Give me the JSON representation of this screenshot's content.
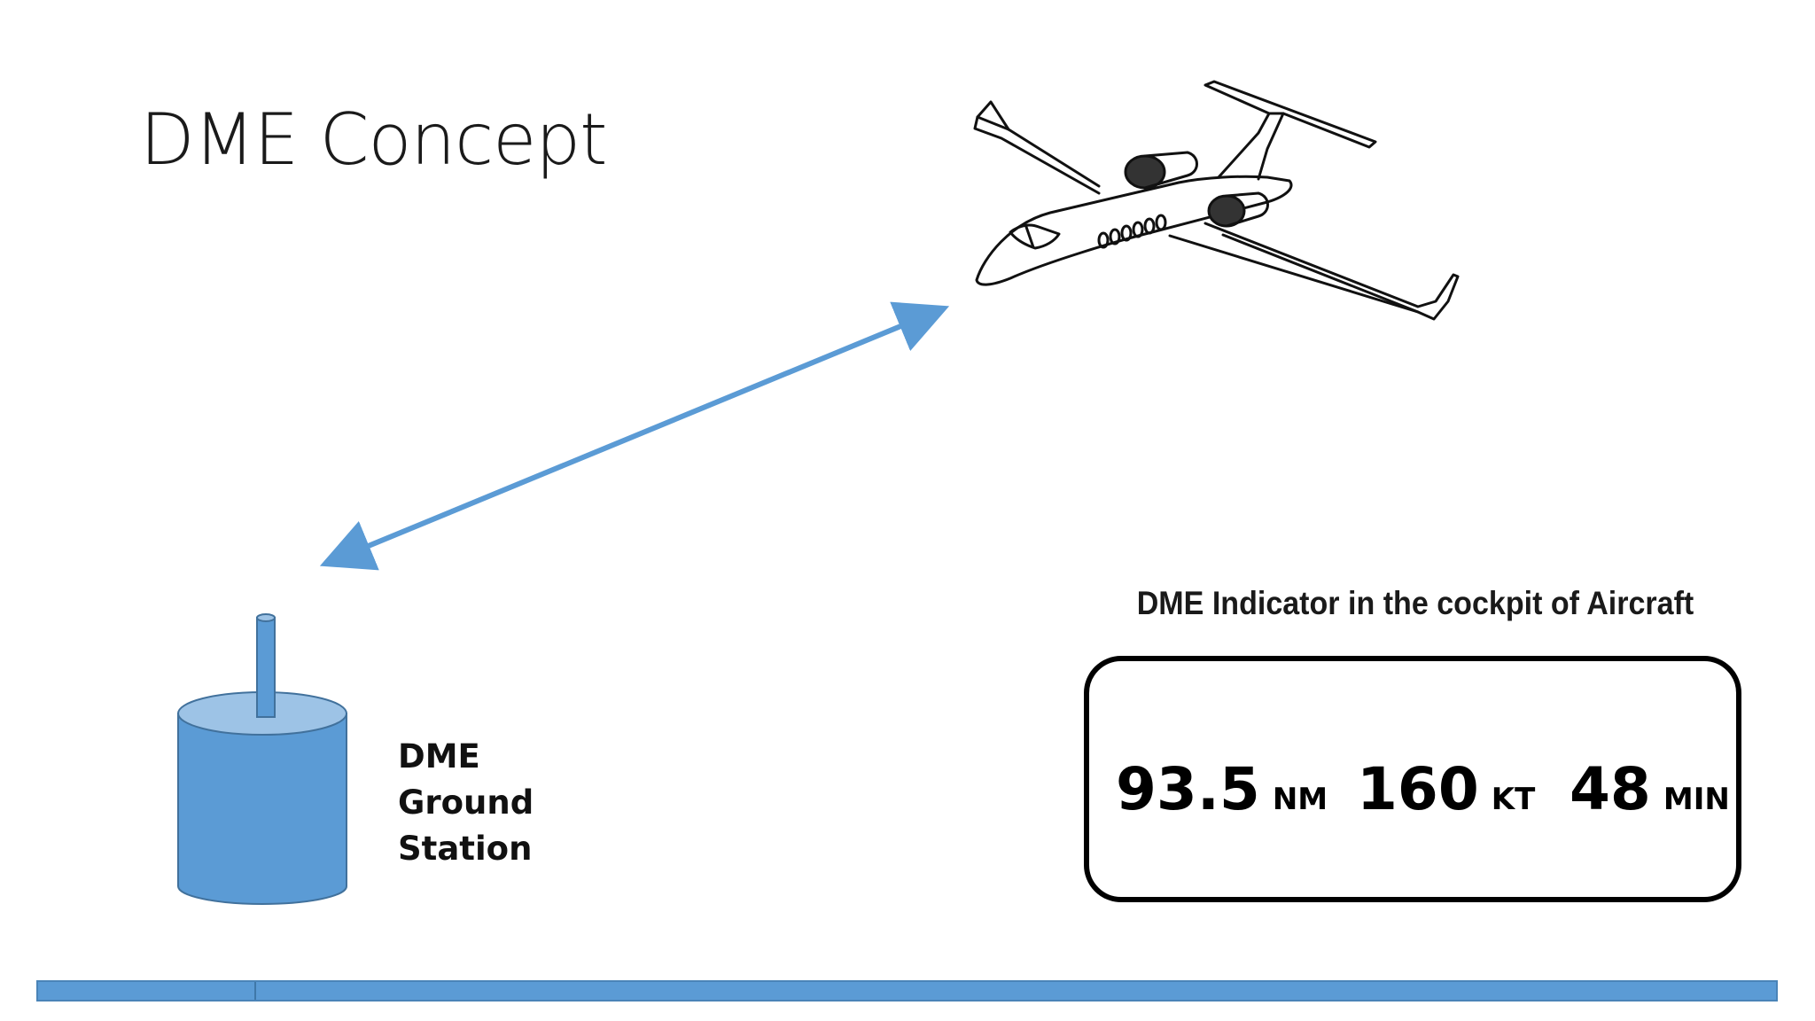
{
  "title": "DME Concept",
  "ground_station": {
    "label_lines": [
      "DME",
      "Ground",
      "Station"
    ]
  },
  "indicator": {
    "caption": "DME Indicator in the cockpit of Aircraft",
    "distance": {
      "value": "93.5",
      "unit": "NM"
    },
    "speed": {
      "value": "160",
      "unit": "KT"
    },
    "time": {
      "value": "48",
      "unit": "MIN"
    }
  },
  "colors": {
    "accent_blue": "#5b9bd5",
    "station_body": "#5b9bd5",
    "station_top": "#9dc3e6",
    "outline": "#000000"
  }
}
